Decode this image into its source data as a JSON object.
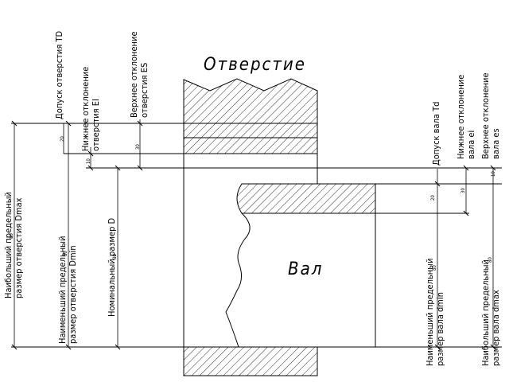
{
  "part_labels": {
    "hole": "Отверстие",
    "shaft": "Вал"
  },
  "hole_labels": {
    "tolerance": "Допуск отверстия TD",
    "lower_dev": [
      "Нижнее отклонение",
      "отверстия EI"
    ],
    "upper_dev": [
      "Верхнее отклонение",
      "отверстия ES"
    ],
    "nominal": "Номинальный размер D",
    "min_size": [
      "Наименьший предельный",
      "размер отверстия Dmin"
    ],
    "max_size": [
      "Наибольший предельный",
      "размер отверстия Dmax"
    ]
  },
  "shaft_labels": {
    "tolerance": "Допуск вала Td",
    "lower_dev": [
      "Нижнее отклонение",
      "вала ei"
    ],
    "upper_dev": [
      "Верхнее отклонение",
      "вала es"
    ],
    "min_size": [
      "Наименьший предельный",
      "размер вала dmin"
    ],
    "max_size": [
      "Наибольший предельный",
      "размер вала dmax"
    ]
  },
  "dimension_values": {
    "hole_td": "20",
    "hole_es": "30",
    "hole_ei": "10",
    "shaft_td": "20",
    "shaft_ei": "30",
    "shaft_es": "10",
    "d_max": "80",
    "d_min": "80",
    "d_nom": "80",
    "shaft_min": "80",
    "shaft_max": "80"
  }
}
